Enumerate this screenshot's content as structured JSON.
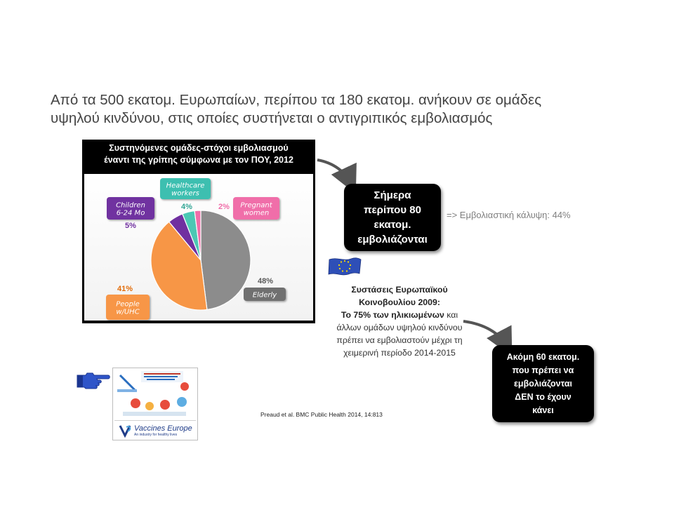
{
  "headline": {
    "line1": "Από τα 500 εκατομ. Ευρωπαίων, περίπου τα 180 εκατομ. ανήκουν σε ομάδες",
    "line2": "υψηλού κινδύνου, στις οποίες συστήνεται ο αντιγριπικός εμβολιασμός"
  },
  "chart_data": {
    "type": "pie",
    "title": "Συστηνόμενες ομάδες-στόχοι εμβολιασμού έναντι της γρίπης σύμφωνα με τον ΠΟΥ, 2012",
    "title_lines": [
      "Συστηνόμενες ομάδες-στόχοι εμβολιασμού",
      "έναντι της γρίπης σύμφωνα με τον ΠΟΥ, 2012"
    ],
    "slices": [
      {
        "name": "Elderly",
        "label_lines": [
          "Elderly"
        ],
        "value": 48,
        "value_label": "48%",
        "color": "#8c8c8c",
        "label_bg": "#6f6f6f"
      },
      {
        "name": "People w/UHC",
        "label_lines": [
          "People",
          "w/UHC"
        ],
        "value": 41,
        "value_label": "41%",
        "color": "#f79646",
        "label_bg": "#f79646"
      },
      {
        "name": "Children 6-24 Mo",
        "label_lines": [
          "Children",
          "6-24 Mo"
        ],
        "value": 5,
        "value_label": "5%",
        "color": "#7030a0",
        "label_bg": "#7030a0"
      },
      {
        "name": "Healthcare workers",
        "label_lines": [
          "Healthcare",
          "workers"
        ],
        "value": 4,
        "value_label": "4%",
        "color": "#4bc8b4",
        "label_bg": "#3cbfb0"
      },
      {
        "name": "Pregnant women",
        "label_lines": [
          "Pregnant",
          "women"
        ],
        "value": 2,
        "value_label": "2%",
        "color": "#f06ea9",
        "label_bg": "#f06ea9"
      }
    ],
    "legend": "none"
  },
  "today_box": {
    "lines": [
      "Σήμερα",
      "περίπου 80",
      "εκατομ.",
      "εμβολιάζονται"
    ]
  },
  "coverage_text": "=> Εμβολιαστική κάλυψη: 44%",
  "eu_recommendation": {
    "line1": "Συστάσεις Ευρωπαϊκού",
    "line2": "Κοινοβουλίου 2009:",
    "line3_bold": "Το 75% των ηλικιωμένων",
    "line3_rest": " και",
    "line4": "άλλων ομάδων υψηλού κινδύνου",
    "line5": "πρέπει να εμβολιαστούν μέχρι τη",
    "line6": "χειμερινή περίοδο 2014-2015"
  },
  "still_box": {
    "lines": [
      "Ακόμη 60 εκατομ.",
      "που πρέπει να",
      "εμβολιάζονται",
      "ΔΕΝ το έχουν",
      "κάνει"
    ]
  },
  "citation": "Preaud et al. BMC Public Health 2014, 14:813",
  "report_thumbnail": {
    "logo_text": "Vaccines Europe",
    "logo_tagline": "An industry for healthy lives"
  },
  "colors": {
    "headline": "#444444",
    "coverage": "#7f7f7f",
    "callout_bg": "#000000"
  },
  "icons": [
    "pointing-hand-icon",
    "eu-flag-icon"
  ]
}
